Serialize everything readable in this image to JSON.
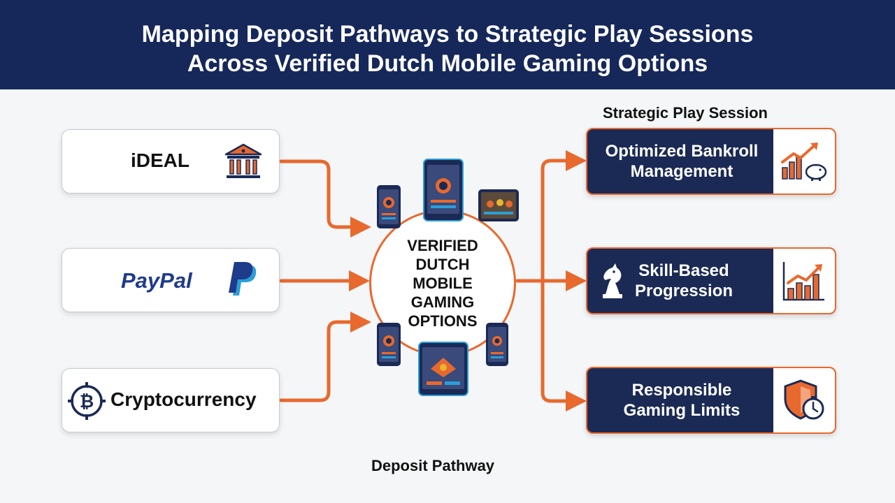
{
  "header": {
    "title_line1": "Mapping Deposit Pathways to Strategic Play Sessions",
    "title_line2": "Across Verified Dutch Mobile Gaming Options"
  },
  "deposit": {
    "caption": "Deposit Pathway",
    "items": [
      {
        "label": "iDEAL",
        "icon": "bank-icon"
      },
      {
        "label": "PayPal",
        "icon": "paypal-icon"
      },
      {
        "label": "Cryptocurrency",
        "icon": "bitcoin-icon"
      }
    ]
  },
  "hub": {
    "lines": [
      "VERIFIED",
      "DUTCH",
      "MOBILE",
      "GAMING",
      "OPTIONS"
    ]
  },
  "strategic": {
    "caption": "Strategic Play Session",
    "items": [
      {
        "line1": "Optimized Bankroll",
        "line2": "Management",
        "icon": "chart-piggy-bank-icon"
      },
      {
        "line1": "Skill-Based",
        "line2": "Progression",
        "icon": "rising-bar-chart-icon"
      },
      {
        "line1": "Responsible",
        "line2": "Gaming Limits",
        "icon": "shield-stopwatch-icon"
      }
    ]
  },
  "colors": {
    "navy": "#16285a",
    "orange": "#e8692e",
    "paypal_dark": "#1f3b8c",
    "paypal_light": "#2b9ed8"
  }
}
